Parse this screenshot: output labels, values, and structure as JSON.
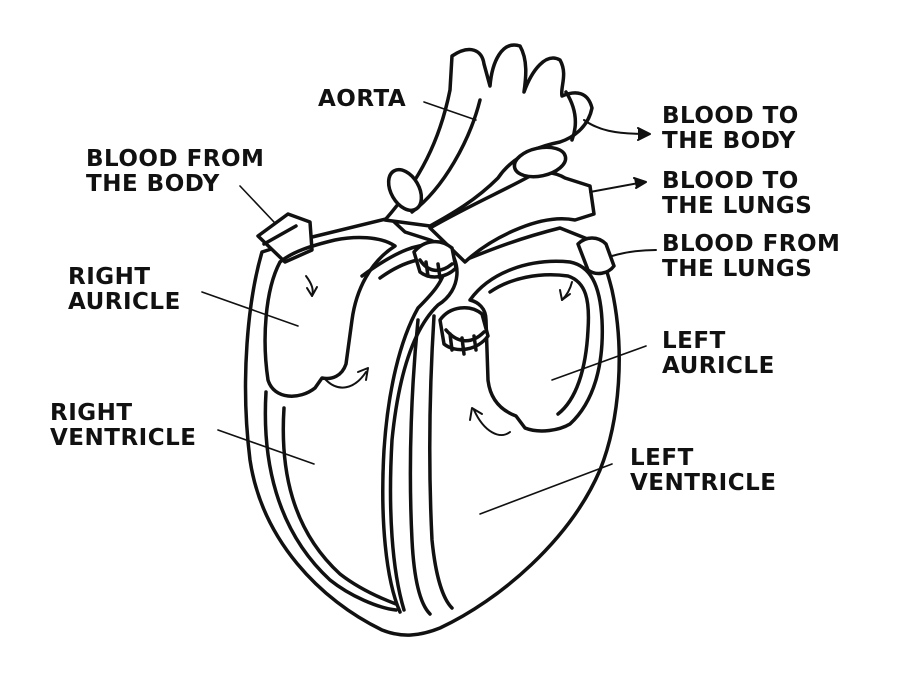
{
  "colors": {
    "background": "#ffffff",
    "ink": "#111111",
    "label_text": "#111111",
    "heart_fill": "#ffffff"
  },
  "labels": {
    "aorta": [
      "AORTA"
    ],
    "blood_from_body": [
      "BLOOD FROM",
      "THE BODY"
    ],
    "right_auricle": [
      "RIGHT",
      "AURICLE"
    ],
    "right_ventricle": [
      "RIGHT",
      "VENTRICLE"
    ],
    "blood_to_body": [
      "BLOOD TO",
      "THE BODY"
    ],
    "blood_to_lungs": [
      "BLOOD TO",
      "THE LUNGS"
    ],
    "blood_from_lungs": [
      "BLOOD FROM",
      "THE LUNGS"
    ],
    "left_auricle": [
      "LEFT",
      "AURICLE"
    ],
    "left_ventricle": [
      "LEFT",
      "VENTRICLE"
    ]
  }
}
